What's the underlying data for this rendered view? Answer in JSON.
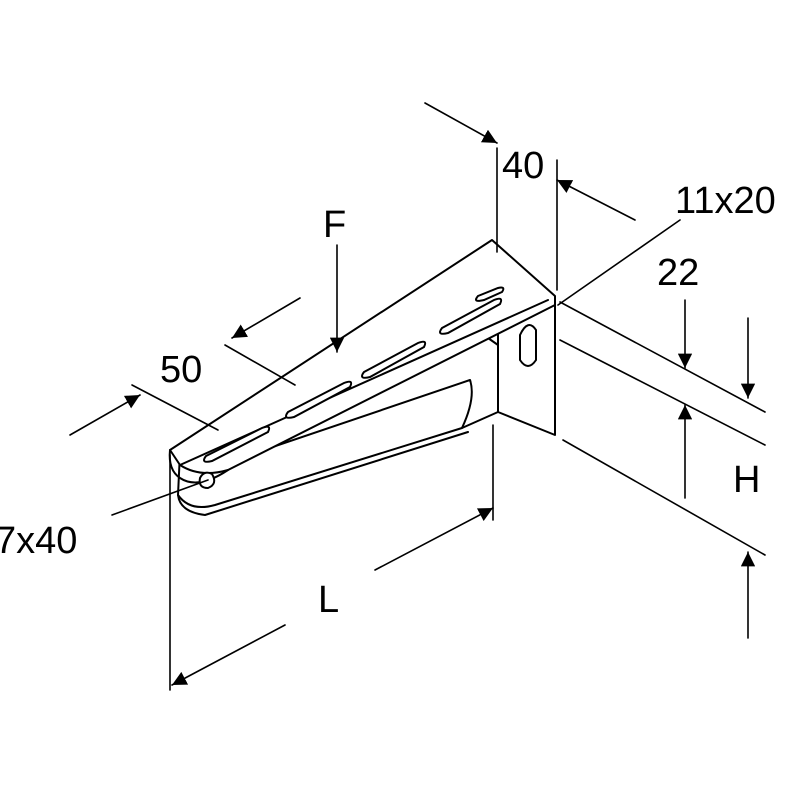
{
  "labels": {
    "top_width": "40",
    "slot_top": "11x20",
    "load": "F",
    "rail_height": "22",
    "slot_pitch": "50",
    "height": "H",
    "slot_side": "7x40",
    "length": "L"
  },
  "colors": {
    "line": "#000000",
    "background": "#ffffff"
  }
}
